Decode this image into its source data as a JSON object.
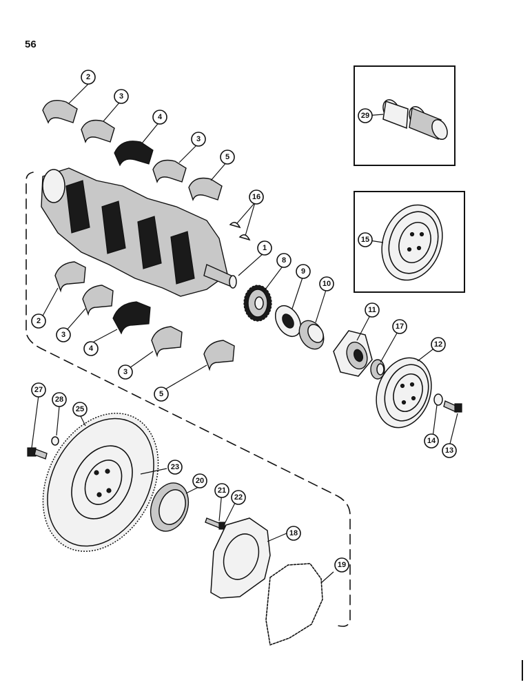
{
  "page": {
    "number": "56"
  },
  "callouts": [
    {
      "id": "2a",
      "label": "2"
    },
    {
      "id": "3a",
      "label": "3"
    },
    {
      "id": "4a",
      "label": "4"
    },
    {
      "id": "3b",
      "label": "3"
    },
    {
      "id": "5a",
      "label": "5"
    },
    {
      "id": "16",
      "label": "16"
    },
    {
      "id": "1",
      "label": "1"
    },
    {
      "id": "8",
      "label": "8"
    },
    {
      "id": "9",
      "label": "9"
    },
    {
      "id": "10",
      "label": "10"
    },
    {
      "id": "11",
      "label": "11"
    },
    {
      "id": "17",
      "label": "17"
    },
    {
      "id": "12",
      "label": "12"
    },
    {
      "id": "14",
      "label": "14"
    },
    {
      "id": "13",
      "label": "13"
    },
    {
      "id": "2b",
      "label": "2"
    },
    {
      "id": "3c",
      "label": "3"
    },
    {
      "id": "4b",
      "label": "4"
    },
    {
      "id": "3d",
      "label": "3"
    },
    {
      "id": "5b",
      "label": "5"
    },
    {
      "id": "29",
      "label": "29"
    },
    {
      "id": "15",
      "label": "15"
    },
    {
      "id": "27",
      "label": "27"
    },
    {
      "id": "28",
      "label": "28"
    },
    {
      "id": "25",
      "label": "25"
    },
    {
      "id": "23",
      "label": "23"
    },
    {
      "id": "20",
      "label": "20"
    },
    {
      "id": "21",
      "label": "21"
    },
    {
      "id": "22",
      "label": "22"
    },
    {
      "id": "18",
      "label": "18"
    },
    {
      "id": "19",
      "label": "19"
    }
  ]
}
